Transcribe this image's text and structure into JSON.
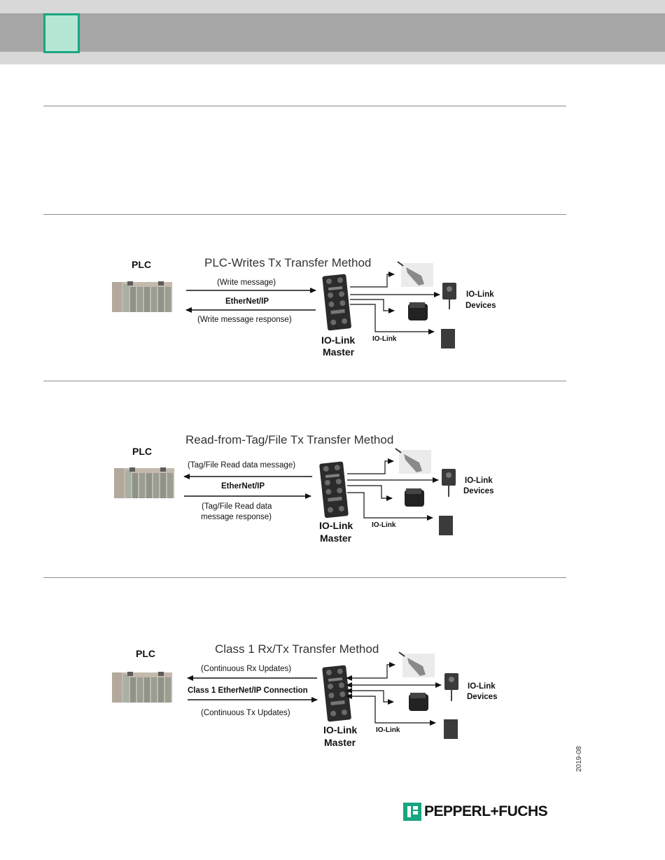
{
  "footer": {
    "date_code": "2019-08",
    "brand": "PEPPERL+FUCHS"
  },
  "figures": [
    {
      "title": "PLC-Writes Tx Transfer Method",
      "plc": "PLC",
      "msg_top": "(Write message)",
      "network": "EtherNet/IP",
      "msg_bottom": "(Write message response)",
      "master_line1": "IO-Link",
      "master_line2": "Master",
      "iolink": "IO-Link",
      "devices_line1": "IO-Link",
      "devices_line2": "Devices"
    },
    {
      "title": "Read-from-Tag/File Tx Transfer Method",
      "plc": "PLC",
      "msg_top": "(Tag/File Read data message)",
      "network": "EtherNet/IP",
      "msg_bottom_1": "(Tag/File Read data",
      "msg_bottom_2": "message response)",
      "master_line1": "IO-Link",
      "master_line2": "Master",
      "iolink": "IO-Link",
      "devices_line1": "IO-Link",
      "devices_line2": "Devices"
    },
    {
      "title": "Class 1 Rx/Tx Transfer Method",
      "plc": "PLC",
      "msg_top": "(Continuous Rx Updates)",
      "network": "Class 1 EtherNet/IP Connection",
      "msg_bottom": "(Continuous Tx Updates)",
      "master_line1": "IO-Link",
      "master_line2": "Master",
      "iolink": "IO-Link",
      "devices_line1": "IO-Link",
      "devices_line2": "Devices"
    }
  ]
}
